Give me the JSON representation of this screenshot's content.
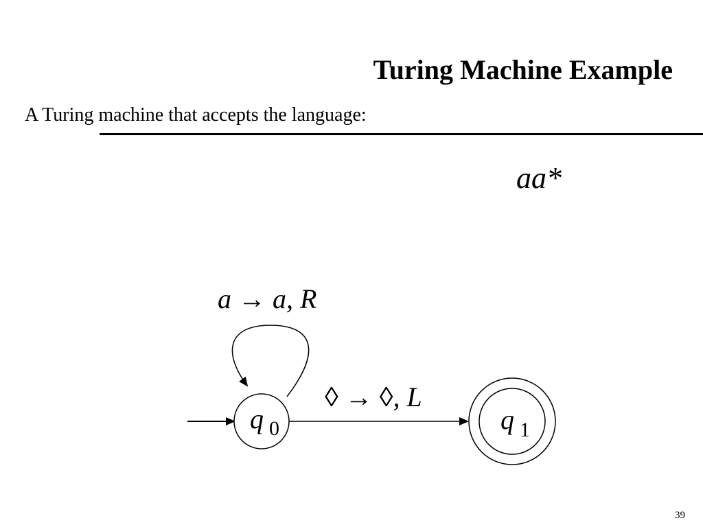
{
  "slide": {
    "title": "Turing Machine Example",
    "subtitle": "A Turing machine that accepts the language:",
    "language": "aa*",
    "page_number": "39"
  },
  "diagram": {
    "states": [
      {
        "label": "q",
        "subscript": "0",
        "accepting": false
      },
      {
        "label": "q",
        "subscript": "1",
        "accepting": true
      }
    ],
    "transitions": [
      {
        "from": "q0",
        "to": "q0",
        "label": "a → a, R"
      },
      {
        "from": "q0",
        "to": "q1",
        "label": "◊ → ◊, L"
      }
    ]
  }
}
